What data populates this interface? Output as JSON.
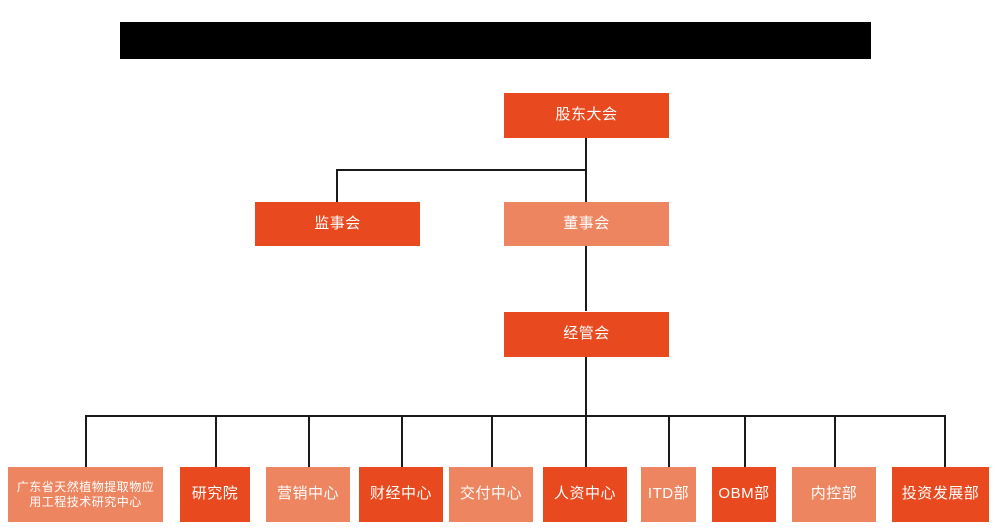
{
  "chart_type": "organization-chart",
  "colors": {
    "accent_dark": "#E8491E",
    "accent_light": "#ED8560",
    "line": "#1a1a1a",
    "redaction": "#000000",
    "text": "#FFFFFF",
    "background": "#FFFFFF"
  },
  "title_bar": {
    "label": "",
    "redacted": true
  },
  "nodes": {
    "shareholders_meeting": {
      "label": "股东大会",
      "tone": "dark"
    },
    "board_of_supervisors": {
      "label": "监事会",
      "tone": "dark"
    },
    "board_of_directors": {
      "label": "董事会",
      "tone": "light"
    },
    "management_committee": {
      "label": "经管会",
      "tone": "dark"
    }
  },
  "departments": [
    {
      "label": "广东省天然植物提取物应用工程技术研究中心",
      "tone": "light"
    },
    {
      "label": "研究院",
      "tone": "dark"
    },
    {
      "label": "营销中心",
      "tone": "light"
    },
    {
      "label": "财经中心",
      "tone": "dark"
    },
    {
      "label": "交付中心",
      "tone": "light"
    },
    {
      "label": "人资中心",
      "tone": "dark"
    },
    {
      "label": "ITD部",
      "tone": "light"
    },
    {
      "label": "OBM部",
      "tone": "dark"
    },
    {
      "label": "内控部",
      "tone": "light"
    },
    {
      "label": "投资发展部",
      "tone": "dark"
    }
  ]
}
